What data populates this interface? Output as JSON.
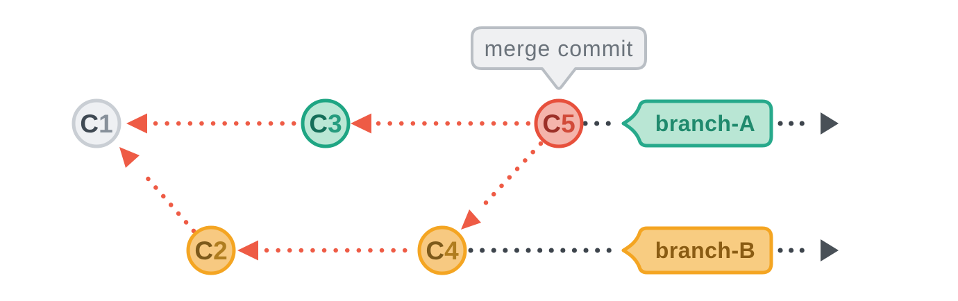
{
  "tooltip": {
    "text": "merge commit"
  },
  "commits": {
    "c1": {
      "letter": "C",
      "number": "1"
    },
    "c2": {
      "letter": "C",
      "number": "2"
    },
    "c3": {
      "letter": "C",
      "number": "3"
    },
    "c4": {
      "letter": "C",
      "number": "4"
    },
    "c5": {
      "letter": "C",
      "number": "5"
    }
  },
  "branches": {
    "branch_a": {
      "label": "branch-A"
    },
    "branch_b": {
      "label": "branch-B"
    }
  },
  "colors": {
    "background": "#ffffff",
    "red_accent_arrows": "#ee5b45",
    "red_commit_ring": "#e7503c",
    "red_commit_fill": "#f4b4ab",
    "red_commit_letter": "#9c3028",
    "red_commit_number": "#d14a39",
    "teal_ring": "#1ea583",
    "teal_fill": "#bae7d5",
    "teal_commit_letter": "#156e59",
    "teal_commit_number": "#269c7e",
    "branch_a_tag_border": "#27a98b",
    "branch_a_tag_fill": "#b9e6d4",
    "branch_a_text": "#208a6d",
    "orange_ring": "#f4a522",
    "orange_fill": "#f7c981",
    "orange_commit_letter": "#7d5a1b",
    "orange_commit_number": "#b07d1f",
    "branch_b_tag_border": "#f4a522",
    "branch_b_tag_fill": "#f8cc81",
    "branch_b_text": "#8a5c13",
    "gray_commit_ring": "#c9ced4",
    "gray_commit_fill": "#eef0f3",
    "gray_commit_letter": "#3f4953",
    "gray_commit_number": "#87909a",
    "timeline_dots": "#3d444c",
    "timeline_arrow": "#495057",
    "tooltip_fill": "#eff0f2",
    "tooltip_border": "#b9bec4",
    "tooltip_text": "#6b737b"
  }
}
